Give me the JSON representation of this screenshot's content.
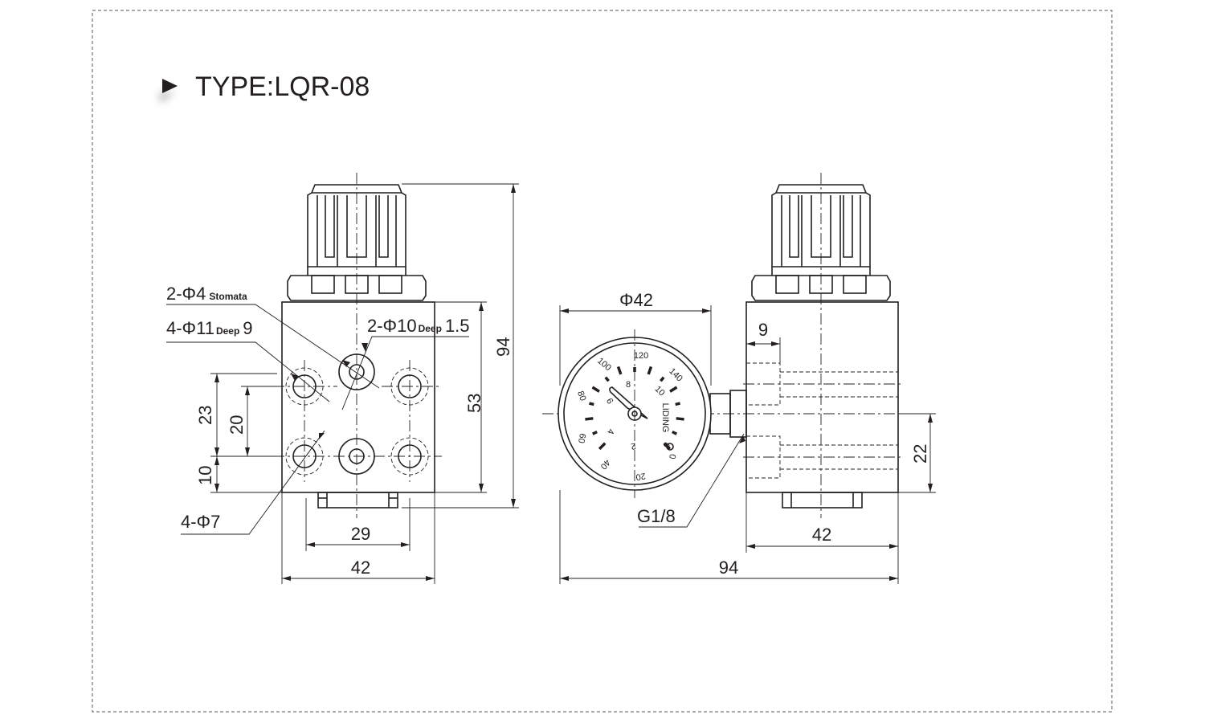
{
  "title": "TYPE:LQR-08",
  "front_view": {
    "callout_stomata_main": "2-Φ4",
    "callout_stomata_sub": "Stomata",
    "callout_counterbore_main": "4-Φ11",
    "callout_counterbore_deep": "Deep",
    "callout_counterbore_depth": "9",
    "callout_port_main": "2-Φ10",
    "callout_port_deep": "Deep",
    "callout_port_depth": "1.5",
    "callout_holes": "4-Φ7",
    "dim_hole_spacing_outer": "23",
    "dim_hole_spacing_inner": "20",
    "dim_bottom_offset": "10",
    "dim_base_width": "29",
    "dim_body_width": "42",
    "dim_body_height": "53",
    "dim_total_height": "94"
  },
  "side_view": {
    "dim_gauge_diameter": "Φ42",
    "dim_port_offset": "9",
    "dim_port_spacing": "22",
    "dim_body_width": "42",
    "dim_total_width": "94",
    "callout_thread": "G1/8",
    "gauge_brand": "LIDING",
    "gauge_outer_scale": [
      "0",
      "20",
      "40",
      "60",
      "80",
      "100",
      "120",
      "140"
    ],
    "gauge_inner_scale": [
      "0",
      "2",
      "4",
      "6",
      "8",
      "10"
    ]
  }
}
